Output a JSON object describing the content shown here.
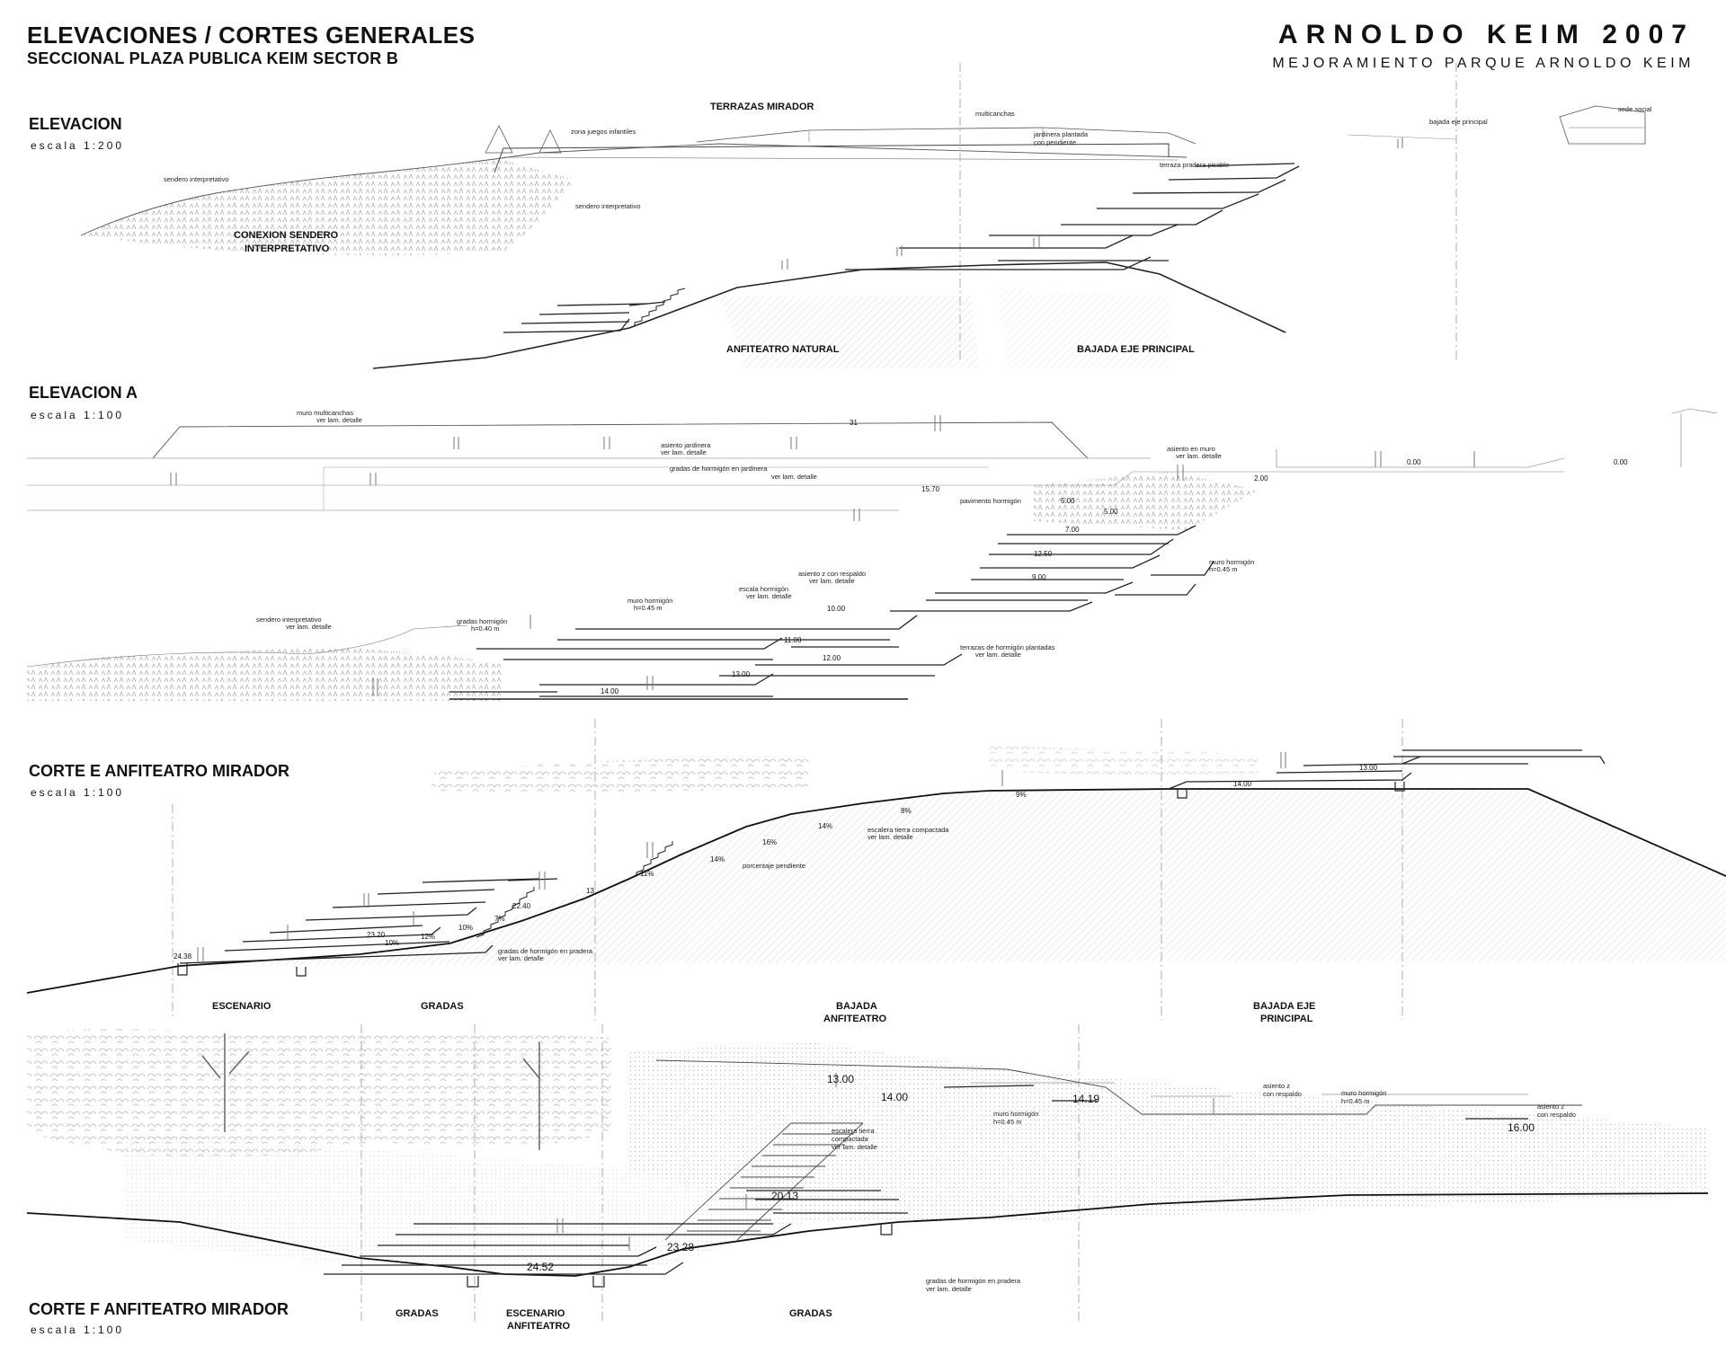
{
  "header": {
    "title": "ELEVACIONES / CORTES GENERALES",
    "subtitle": "SECCIONAL PLAZA PUBLICA KEIM SECTOR B",
    "brand": "ARNOLDO KEIM 2007",
    "brand_sub": "MEJORAMIENTO PARQUE ARNOLDO KEIM"
  },
  "elevacion": {
    "title": "ELEVACION",
    "scale": "escala 1:200",
    "zones": {
      "terrazas": "TERRAZAS MIRADOR",
      "conexion_1": "CONEXION SENDERO",
      "conexion_2": "INTERPRETATIVO",
      "anfiteatro": "ANFITEATRO NATURAL",
      "bajada": "BAJADA EJE PRINCIPAL"
    },
    "notes": {
      "zona_juegos": "zona juegos infantiles",
      "multicanchas": "multicanchas",
      "jardinera_1": "jardinera plantada",
      "jardinera_2": "con pendiente",
      "terraza_pradera": "terraza pradera pisable",
      "bajada_eje": "bajada eje principal",
      "sede_social": "sede social",
      "sendero_1": "sendero interpretativo",
      "sendero_2": "sendero interpretativo"
    }
  },
  "elevacion_a": {
    "title": "ELEVACION A",
    "scale": "escala 1:100",
    "notes": {
      "muro_multicanchas": "muro multicanchas",
      "ver_lam_1": "ver lam. detalle",
      "asiento_jardinera": "asiento jardinera",
      "ver_lam_2": "ver lam. detalle",
      "gradas_jardinera": "gradas de hormigón en jardinera",
      "ver_lam_3": "ver lam. detalle",
      "pavimento": "pavimento hormigón",
      "asiento_muro": "asiento en muro",
      "ver_lam_4": "ver lam. detalle",
      "asiento_z": "asiento z con respaldo",
      "ver_lam_5": "ver lam. detalle",
      "escala_hormigon": "escala hormigón",
      "ver_lam_6": "ver lam. detalle",
      "muro_hormigon_1": "muro hormigón",
      "h045_1": "h=0.45 m",
      "muro_hormigon_2": "muro hormigón",
      "h045_2": "h=0.45 m",
      "gradas_hormigon": "gradas hormigón",
      "h040": "h=0.40 m",
      "sendero": "sendero interpretativo",
      "ver_lam_7": "ver lam. detalle",
      "terrazas_plantadas": "terrazas de hormigón plantadas",
      "ver_lam_8": "ver lam. detalle"
    },
    "levels": [
      "31",
      "15.70",
      "0.00",
      "0.00",
      "2.00",
      "5.00",
      "5.00",
      "7.00",
      "9.00",
      "10.00",
      "11.00",
      "12.00",
      "13.00",
      "14.00",
      "12.50"
    ]
  },
  "corte_e": {
    "title": "CORTE E ANFITEATRO MIRADOR",
    "scale": "escala 1:100",
    "zones": {
      "escenario": "ESCENARIO",
      "gradas": "GRADAS",
      "bajada_1": "BAJADA",
      "bajada_2": "ANFITEATRO",
      "eje_1": "BAJADA EJE",
      "eje_2": "PRINCIPAL"
    },
    "notes": {
      "escalera": "escalera tierra compactada",
      "ver_lam_1": "ver lam. detalle",
      "porcentaje": "porcentaje pendiente",
      "gradas_pradera": "gradas de hormigón en pradera",
      "ver_lam_2": "ver lam. detalle"
    },
    "slopes": [
      "8%",
      "9%",
      "14%",
      "16%",
      "14%",
      "11%",
      "13",
      "7%",
      "10%",
      "12%",
      "10%"
    ],
    "levels": [
      "13.00",
      "14.00",
      "22.40",
      "23.20",
      "24.38"
    ]
  },
  "corte_f": {
    "title": "CORTE F ANFITEATRO MIRADOR",
    "scale": "escala 1:100",
    "zones": {
      "gradas_1": "GRADAS",
      "escenario_1": "ESCENARIO",
      "escenario_2": "ANFITEATRO",
      "gradas_2": "GRADAS"
    },
    "notes": {
      "escalera": "escalera tierra",
      "compactada": "compactada",
      "ver_lam_1": "ver lam. detalle",
      "muro_1": "muro hormigón",
      "h045_1": "h=0.45 m",
      "asiento_z_1": "asiento z",
      "respaldo_1": "con respaldo",
      "muro_2": "muro hormigón",
      "h045_2": "h=0.45 m",
      "asiento_z_2": "asiento z",
      "respaldo_2": "con respaldo",
      "gradas_pradera": "gradas de hormigón en pradera",
      "ver_lam_2": "ver lam. detalle"
    },
    "levels": [
      "13.00",
      "14.00",
      "14.19",
      "16.00",
      "20.13",
      "23.28",
      "24.52"
    ]
  }
}
